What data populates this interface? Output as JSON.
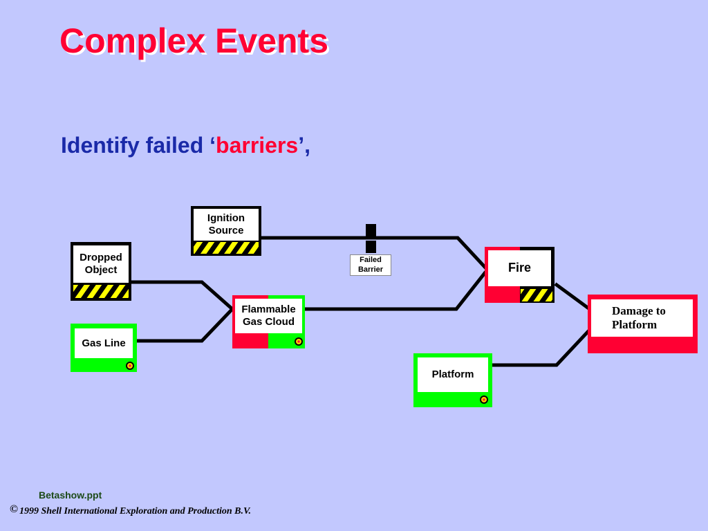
{
  "title": "Complex Events",
  "subtitle": {
    "prefix": "Identify failed ‘",
    "highlight": "barriers",
    "suffix": "’,"
  },
  "nodes": {
    "ignition_source": "Ignition Source",
    "dropped_object": "Dropped Object",
    "gas_line": "Gas Line",
    "flammable_gas_cloud": "Flammable Gas Cloud",
    "fire": "Fire",
    "platform": "Platform",
    "damage_to_platform": "Damage to Platform"
  },
  "failed_barrier": "Failed Barrier",
  "footer": {
    "filename": "Betashow.ppt",
    "copyright_symbol": "©",
    "copyright": "1999 Shell International Exploration and Production B.V."
  },
  "colors": {
    "background": "#c2c8fe",
    "red": "#ff0033",
    "green": "#00ff00",
    "hazard_yellow": "#ffff00",
    "title_blue": "#1a2aa8"
  }
}
